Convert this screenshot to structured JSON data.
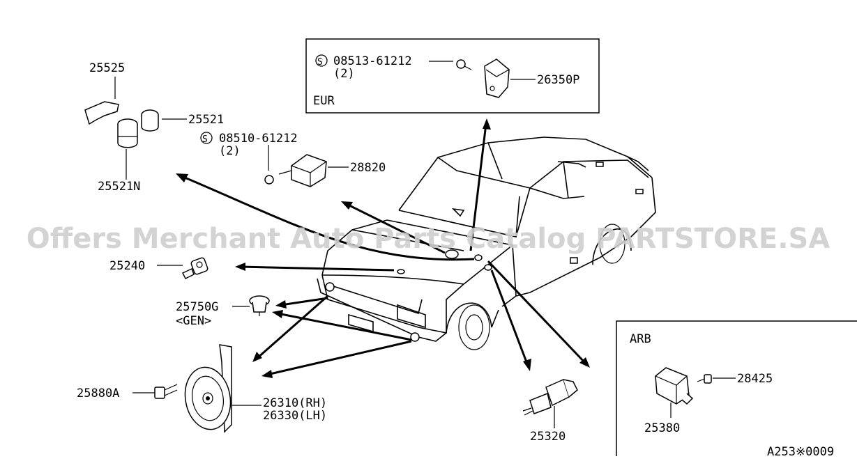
{
  "watermark": "Offers Merchant Auto Parts Catalog PARTSTORE.SA",
  "diagram_code": "A253※0009",
  "boxes": {
    "eur": {
      "label": "EUR"
    },
    "arb": {
      "label": "ARB"
    }
  },
  "callouts": {
    "p25525": "25525",
    "p25521": "25521",
    "p25521n": "25521N",
    "p08510_part": "08510-61212",
    "p08510_qty": "(2)",
    "p28820": "28820",
    "p08513_part": "08513-61212",
    "p08513_qty": "(2)",
    "p26350p": "26350P",
    "p25240": "25240",
    "p25750g": "25750G",
    "p25750g_note": "<GEN>",
    "p25880a": "25880A",
    "p26310": "26310(RH)",
    "p26330": "26330(LH)",
    "p25320": "25320",
    "p28425": "28425",
    "p25380": "25380"
  },
  "symbols": {
    "standard_part": "S"
  }
}
